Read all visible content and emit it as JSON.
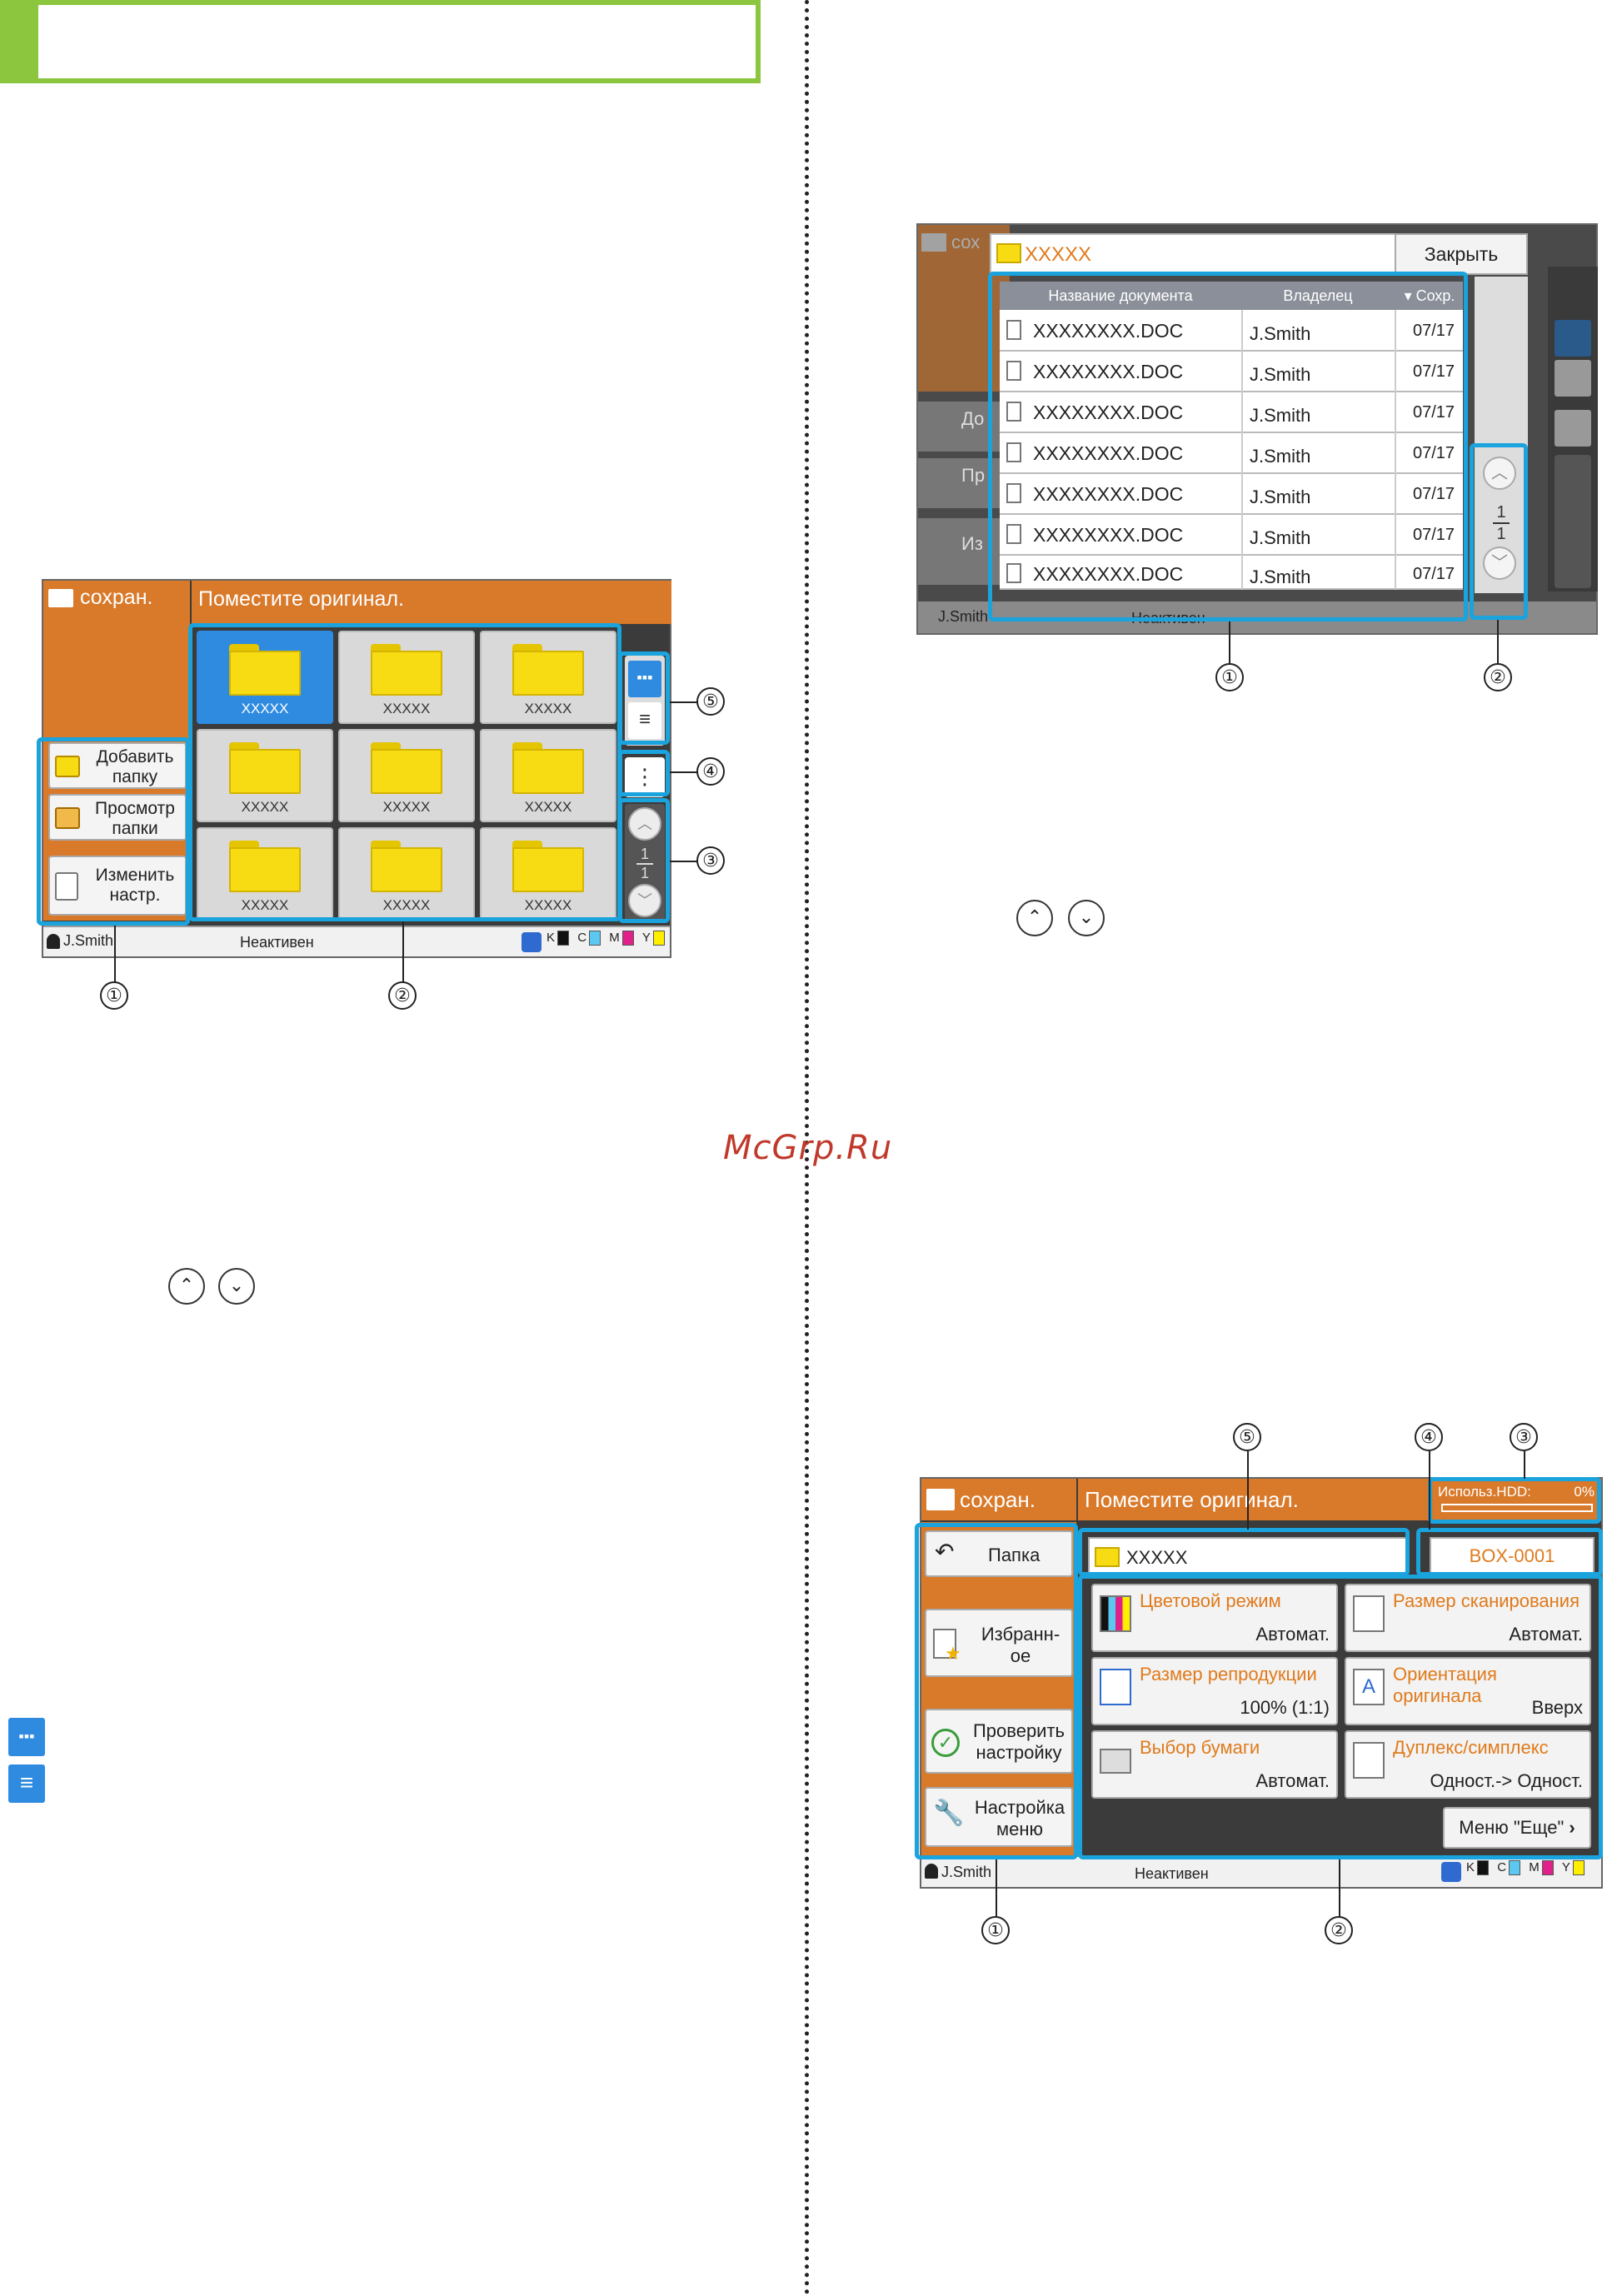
{
  "watermark": "McGrp.Ru",
  "screen1": {
    "tab_label": "сохран.",
    "message": "Поместите оригинал.",
    "buttons": [
      {
        "label": "Добавить папку",
        "icon": "add-folder-icon"
      },
      {
        "label": "Просмотр папки",
        "icon": "open-folder-icon"
      },
      {
        "label": "Изменить настр.",
        "icon": "settings-doc-icon"
      }
    ],
    "folders": [
      "XXXXX",
      "XXXXX",
      "XXXXX",
      "XXXXX",
      "XXXXX",
      "XXXXX",
      "XXXXX",
      "XXXXX",
      "XXXXX"
    ],
    "page_current": "1",
    "page_total": "1",
    "user": "J.Smith",
    "status": "Неактивен",
    "ink_labels": [
      "K",
      "C",
      "M",
      "Y"
    ],
    "callouts": [
      "①",
      "②",
      "③",
      "④",
      "⑤"
    ]
  },
  "screen2": {
    "bg_tab": "сох",
    "folder_name": "XXXXX",
    "close_label": "Закрыть",
    "columns": [
      "Название документа",
      "Владелец",
      "▾ Сохр."
    ],
    "rows": [
      {
        "name": "XXXXXXXX.DOC",
        "owner": "J.Smith",
        "date": "07/17"
      },
      {
        "name": "XXXXXXXX.DOC",
        "owner": "J.Smith",
        "date": "07/17"
      },
      {
        "name": "XXXXXXXX.DOC",
        "owner": "J.Smith",
        "date": "07/17"
      },
      {
        "name": "XXXXXXXX.DOC",
        "owner": "J.Smith",
        "date": "07/17"
      },
      {
        "name": "XXXXXXXX.DOC",
        "owner": "J.Smith",
        "date": "07/17"
      },
      {
        "name": "XXXXXXXX.DOC",
        "owner": "J.Smith",
        "date": "07/17"
      },
      {
        "name": "XXXXXXXX.DOC",
        "owner": "J.Smith",
        "date": "07/17"
      }
    ],
    "page_current": "1",
    "page_total": "1",
    "bg_left": [
      "До",
      "Пр",
      "Из"
    ],
    "bg_user": "J.Smith",
    "bg_status": "Неактивен",
    "callouts": [
      "①",
      "②"
    ]
  },
  "screen3": {
    "tab_label": "сохран.",
    "message": "Поместите оригинал.",
    "hdd_label": "Использ.HDD:",
    "hdd_value": "0%",
    "hdd_fraction": 0.0,
    "left_buttons": [
      "Папка",
      "Избранн-ое",
      "Проверить настройку",
      "Настройка меню"
    ],
    "folder_field": "XXXXX",
    "box_field": "BOX-0001",
    "functions": [
      {
        "title": "Цветовой режим",
        "value": "Автомат."
      },
      {
        "title": "Размер сканирования",
        "value": "Автомат."
      },
      {
        "title": "Размер репродукции",
        "value": "100% (1:1)"
      },
      {
        "title": "Ориентация оригинала",
        "value": "Вверх"
      },
      {
        "title": "Выбор бумаги",
        "value": "Автомат."
      },
      {
        "title": "Дуплекс/симплекс",
        "value": "Одност.-> Одност."
      }
    ],
    "more_label": "Меню \"Еще\"",
    "user": "J.Smith",
    "status": "Неактивен",
    "ink_labels": [
      "K",
      "C",
      "M",
      "Y"
    ],
    "callouts": [
      "①",
      "②",
      "③",
      "④",
      "⑤"
    ]
  },
  "inline_icons": {
    "up_arrow": "⌃",
    "down_arrow": "⌄"
  },
  "colors": {
    "accent": "#1aa3dc",
    "orange": "#d9792a",
    "green": "#8cc63f",
    "folder": "#f7dc14"
  }
}
